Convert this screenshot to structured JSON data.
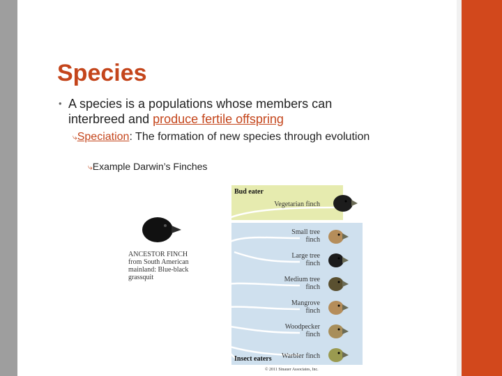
{
  "slide": {
    "title": "Species",
    "bullet_marker": "•",
    "bullet_text_before": "A species is a populations whose members can interbreed and ",
    "bullet_link": "produce fertile offspring",
    "sub_marker": "⤷",
    "sub_link": "Speciation",
    "sub_text": ": The formation of new species through evolution",
    "subsub_marker": "⤷",
    "subsub_text": "Example Darwin’s Finches"
  },
  "figure": {
    "ancestor_label": [
      "ANCESTOR FINCH",
      "from South American",
      "mainland: Blue-black",
      "grassquit"
    ],
    "group_bud": "Bud eater",
    "group_insect": "Insect eaters",
    "finches": [
      {
        "label1": "Vegetarian finch",
        "label2": "",
        "color": "#1c1c1c"
      },
      {
        "label1": "Small tree",
        "label2": "finch",
        "color": "#b58d5a"
      },
      {
        "label1": "Large tree",
        "label2": "finch",
        "color": "#1c1c1c"
      },
      {
        "label1": "Medium tree",
        "label2": "finch",
        "color": "#5a5030"
      },
      {
        "label1": "Mangrove",
        "label2": "finch",
        "color": "#b58d5a"
      },
      {
        "label1": "Woodpecker",
        "label2": "finch",
        "color": "#a88e5a"
      },
      {
        "label1": "Warbler finch",
        "label2": "",
        "color": "#9a9a50"
      }
    ],
    "credit": "© 2011 Sinauer Associates, Inc.",
    "colors": {
      "bud_bg": "#e6ebaf",
      "insect_bg": "#cfe0ee",
      "tree": "#ffffff"
    }
  }
}
